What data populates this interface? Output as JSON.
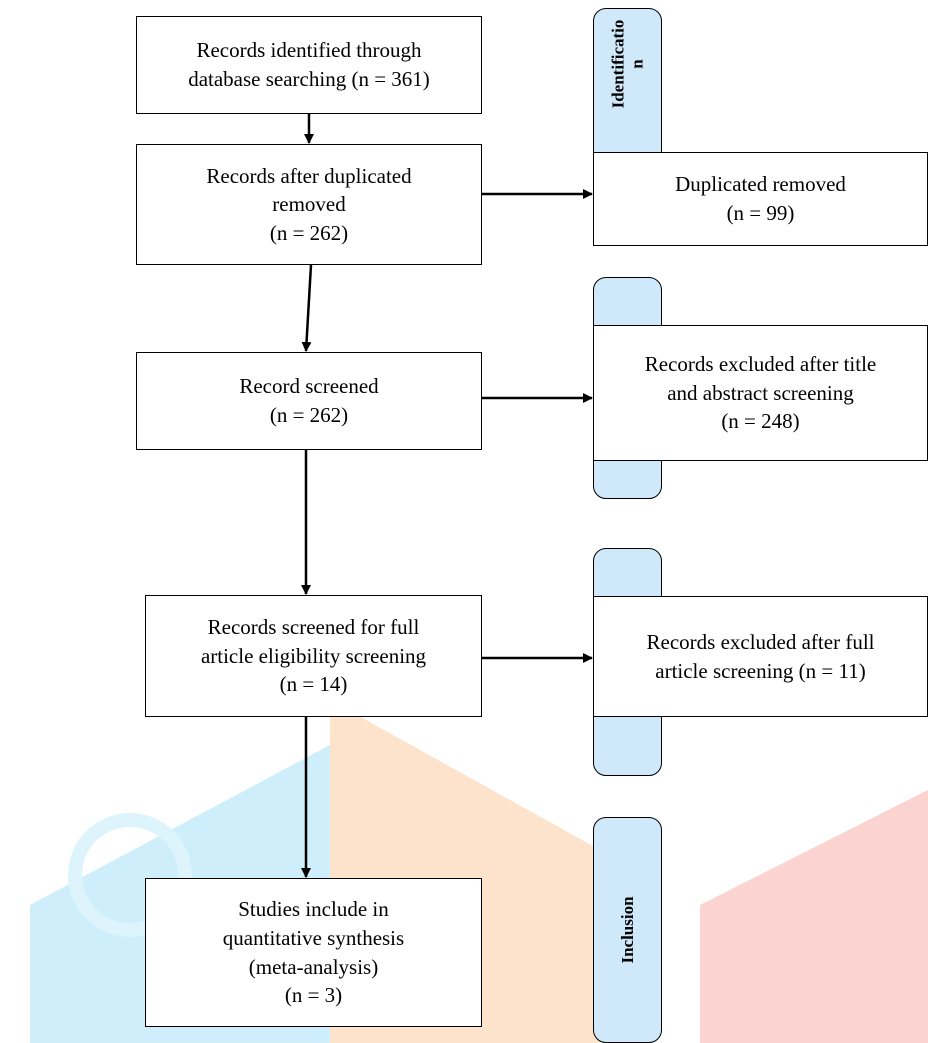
{
  "boxes": {
    "identified": [
      "Records identified through",
      "database searching (n = 361)"
    ],
    "after_duplicates": [
      "Records after duplicated",
      "removed",
      "(n = 262)"
    ],
    "duplicates_removed": [
      "Duplicated removed",
      "(n = 99)"
    ],
    "screened": [
      "Record screened",
      "(n = 262)"
    ],
    "excluded_title_abstract": [
      "Records excluded after title",
      "and abstract screening",
      "(n = 248)"
    ],
    "full_article": [
      "Records screened for full",
      "article eligibility screening",
      "(n = 14)"
    ],
    "excluded_full_article": [
      "Records excluded after full",
      "article screening (n = 11)"
    ],
    "included": [
      "Studies include in",
      "quantitative synthesis",
      "(meta-analysis)",
      "(n = 3)"
    ]
  },
  "stages": {
    "identification": "Identificatio\nn",
    "screening": "",
    "eligibility": "",
    "inclusion": "Inclusion"
  },
  "colors": {
    "stage_fill": "#cfe9fb",
    "watermark_blue": "#cdeefa",
    "watermark_orange": "#fde3cc",
    "watermark_red": "#fbd3d0"
  }
}
